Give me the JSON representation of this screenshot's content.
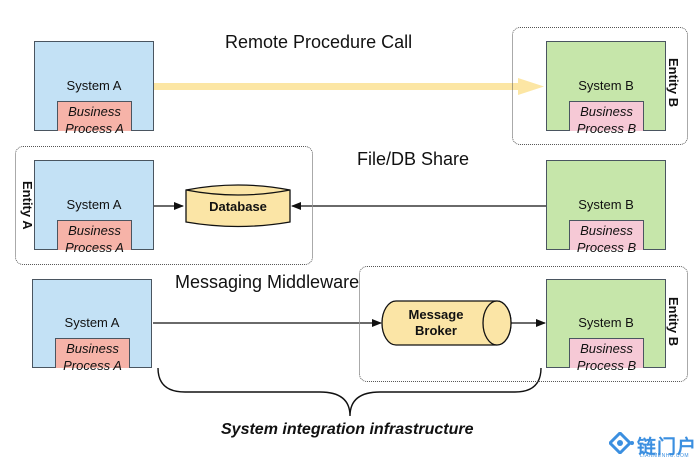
{
  "sections": [
    {
      "title": "Remote Procedure Call",
      "system_a": {
        "name": "System A",
        "process": [
          "Business",
          "Process A"
        ]
      },
      "system_b": {
        "name": "System B",
        "process": [
          "Business",
          "Process B"
        ]
      },
      "entity_label": "Entity B",
      "connector": "wide-arrow A to B"
    },
    {
      "title": "File/DB Share",
      "system_a": {
        "name": "System A",
        "process": [
          "Business",
          "Process A"
        ]
      },
      "system_b": {
        "name": "System B",
        "process": [
          "Business",
          "Process B"
        ]
      },
      "entity_label": "Entity A",
      "shared_store": "Database"
    },
    {
      "title": "Messaging Middleware",
      "system_a": {
        "name": "System A",
        "process": [
          "Business",
          "Process A"
        ]
      },
      "system_b": {
        "name": "System B",
        "process": [
          "Business",
          "Process B"
        ]
      },
      "entity_label": "Entity B",
      "broker": [
        "Message",
        "Broker"
      ]
    }
  ],
  "caption": "System integration infrastructure",
  "watermark": {
    "text": "链门户",
    "sub": "LIANMENHU.COM"
  },
  "colors": {
    "system_a": "#c3e1f5",
    "system_b": "#c6e6aa",
    "process_a": "#f6b3a8",
    "process_b": "#f6c9d6",
    "store": "#fbe5a6",
    "rpc_arrow": "#fce6a4"
  }
}
